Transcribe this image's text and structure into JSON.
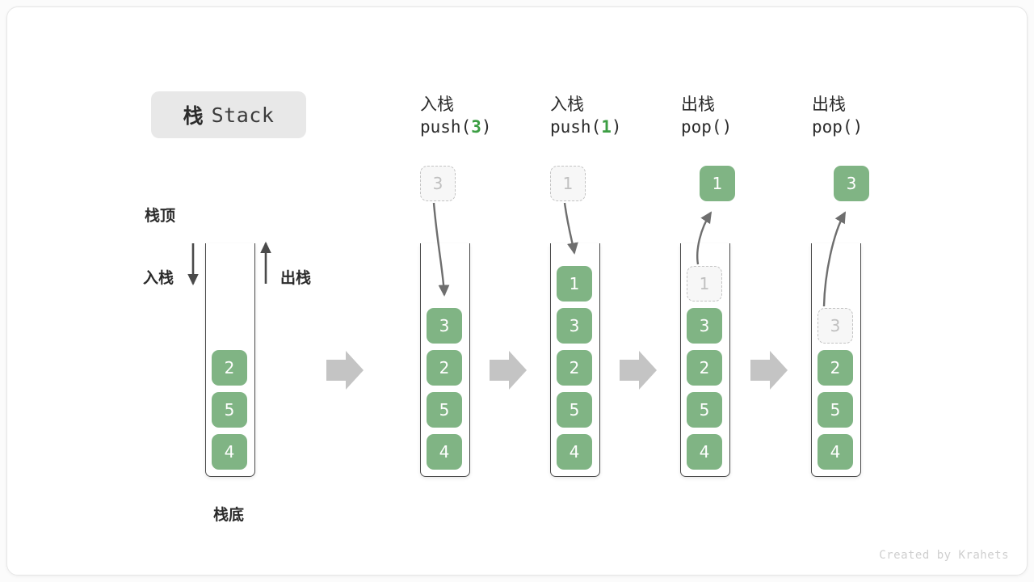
{
  "title": {
    "cn": "栈",
    "en": "Stack"
  },
  "labels": {
    "top": "栈顶",
    "bottom": "栈底",
    "push_side": "入栈",
    "pop_side": "出栈"
  },
  "credit": "Created by Krahets",
  "colors": {
    "cell_fill": "#80b484",
    "cell_text": "#ffffff",
    "ghost_fill": "#f7f7f7",
    "ghost_text": "#c0c0c0",
    "ghost_border": "#c4c4c4",
    "arrow_gray": "#6e6e6e",
    "flow_arrow": "#c4c4c4",
    "accent_green": "#3c9e43",
    "chip_bg": "#e8e8e8",
    "container_stroke": "#4a4a4a"
  },
  "columns": [
    {
      "id": "initial",
      "head_cn": "",
      "head_code": "",
      "code_arg": "",
      "float_cell": null,
      "cells": [
        {
          "value": "2",
          "state": "filled"
        },
        {
          "value": "5",
          "state": "filled"
        },
        {
          "value": "4",
          "state": "filled"
        }
      ]
    },
    {
      "id": "push-3",
      "head_cn": "入栈",
      "head_code_prefix": "push(",
      "code_arg": "3",
      "head_code_suffix": ")",
      "float_cell": {
        "value": "3",
        "state": "ghost"
      },
      "arrow_dir": "down",
      "cells": [
        {
          "value": "3",
          "state": "filled"
        },
        {
          "value": "2",
          "state": "filled"
        },
        {
          "value": "5",
          "state": "filled"
        },
        {
          "value": "4",
          "state": "filled"
        }
      ]
    },
    {
      "id": "push-1",
      "head_cn": "入栈",
      "head_code_prefix": "push(",
      "code_arg": "1",
      "head_code_suffix": ")",
      "float_cell": {
        "value": "1",
        "state": "ghost"
      },
      "arrow_dir": "down",
      "cells": [
        {
          "value": "1",
          "state": "filled"
        },
        {
          "value": "3",
          "state": "filled"
        },
        {
          "value": "2",
          "state": "filled"
        },
        {
          "value": "5",
          "state": "filled"
        },
        {
          "value": "4",
          "state": "filled"
        }
      ]
    },
    {
      "id": "pop-1",
      "head_cn": "出栈",
      "head_code_prefix": "pop(",
      "code_arg": "",
      "head_code_suffix": ")",
      "float_cell": {
        "value": "1",
        "state": "filled"
      },
      "arrow_dir": "up",
      "cells": [
        {
          "value": "1",
          "state": "ghost"
        },
        {
          "value": "3",
          "state": "filled"
        },
        {
          "value": "2",
          "state": "filled"
        },
        {
          "value": "5",
          "state": "filled"
        },
        {
          "value": "4",
          "state": "filled"
        }
      ]
    },
    {
      "id": "pop-3",
      "head_cn": "出栈",
      "head_code_prefix": "pop(",
      "code_arg": "",
      "head_code_suffix": ")",
      "float_cell": {
        "value": "3",
        "state": "filled"
      },
      "arrow_dir": "up",
      "cells": [
        {
          "value": "3",
          "state": "ghost"
        },
        {
          "value": "2",
          "state": "filled"
        },
        {
          "value": "5",
          "state": "filled"
        },
        {
          "value": "4",
          "state": "filled"
        }
      ]
    }
  ]
}
